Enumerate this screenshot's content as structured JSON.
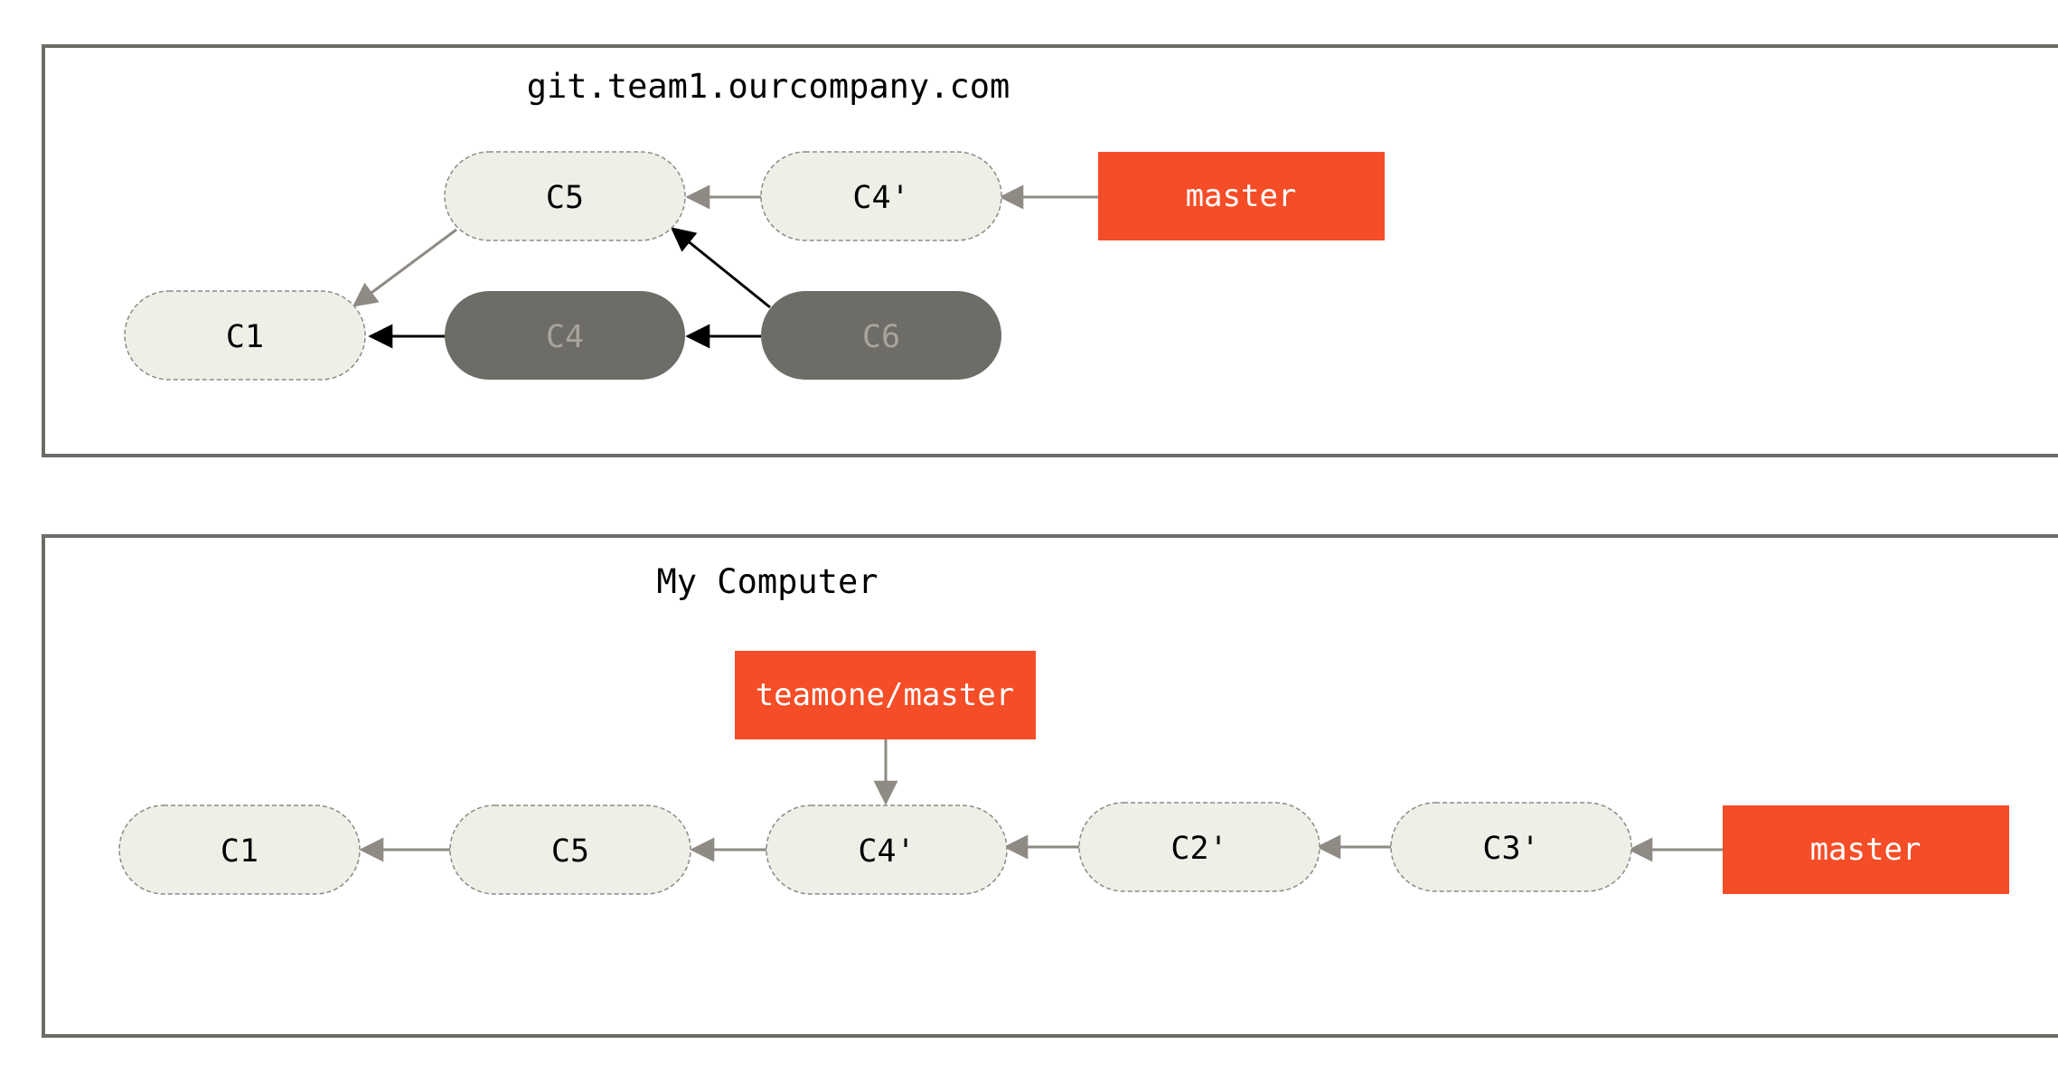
{
  "colors": {
    "panel_border": "#6e6c66",
    "commit_fill": "#f0efe7",
    "commit_stroke": "#8c8b85",
    "commit_text": "#000000",
    "abandoned_fill": "#6e6c66",
    "abandoned_text": "#a6a49d",
    "branch_fill": "#f54d27",
    "branch_text": "#ffffff",
    "arrow_gray": "#8f8b84",
    "arrow_black": "#000000"
  },
  "server": {
    "title": "git.team1.ourcompany.com",
    "commits": {
      "c1": "C1",
      "c4": "C4",
      "c5": "C5",
      "c6": "C6",
      "c4p": "C4'"
    },
    "branches": {
      "master": "master"
    }
  },
  "local": {
    "title": "My Computer",
    "commits": {
      "c1": "C1",
      "c5": "C5",
      "c4p": "C4'",
      "c2p": "C2'",
      "c3p": "C3'"
    },
    "branches": {
      "teamone_master": "teamone/master",
      "master": "master"
    }
  }
}
